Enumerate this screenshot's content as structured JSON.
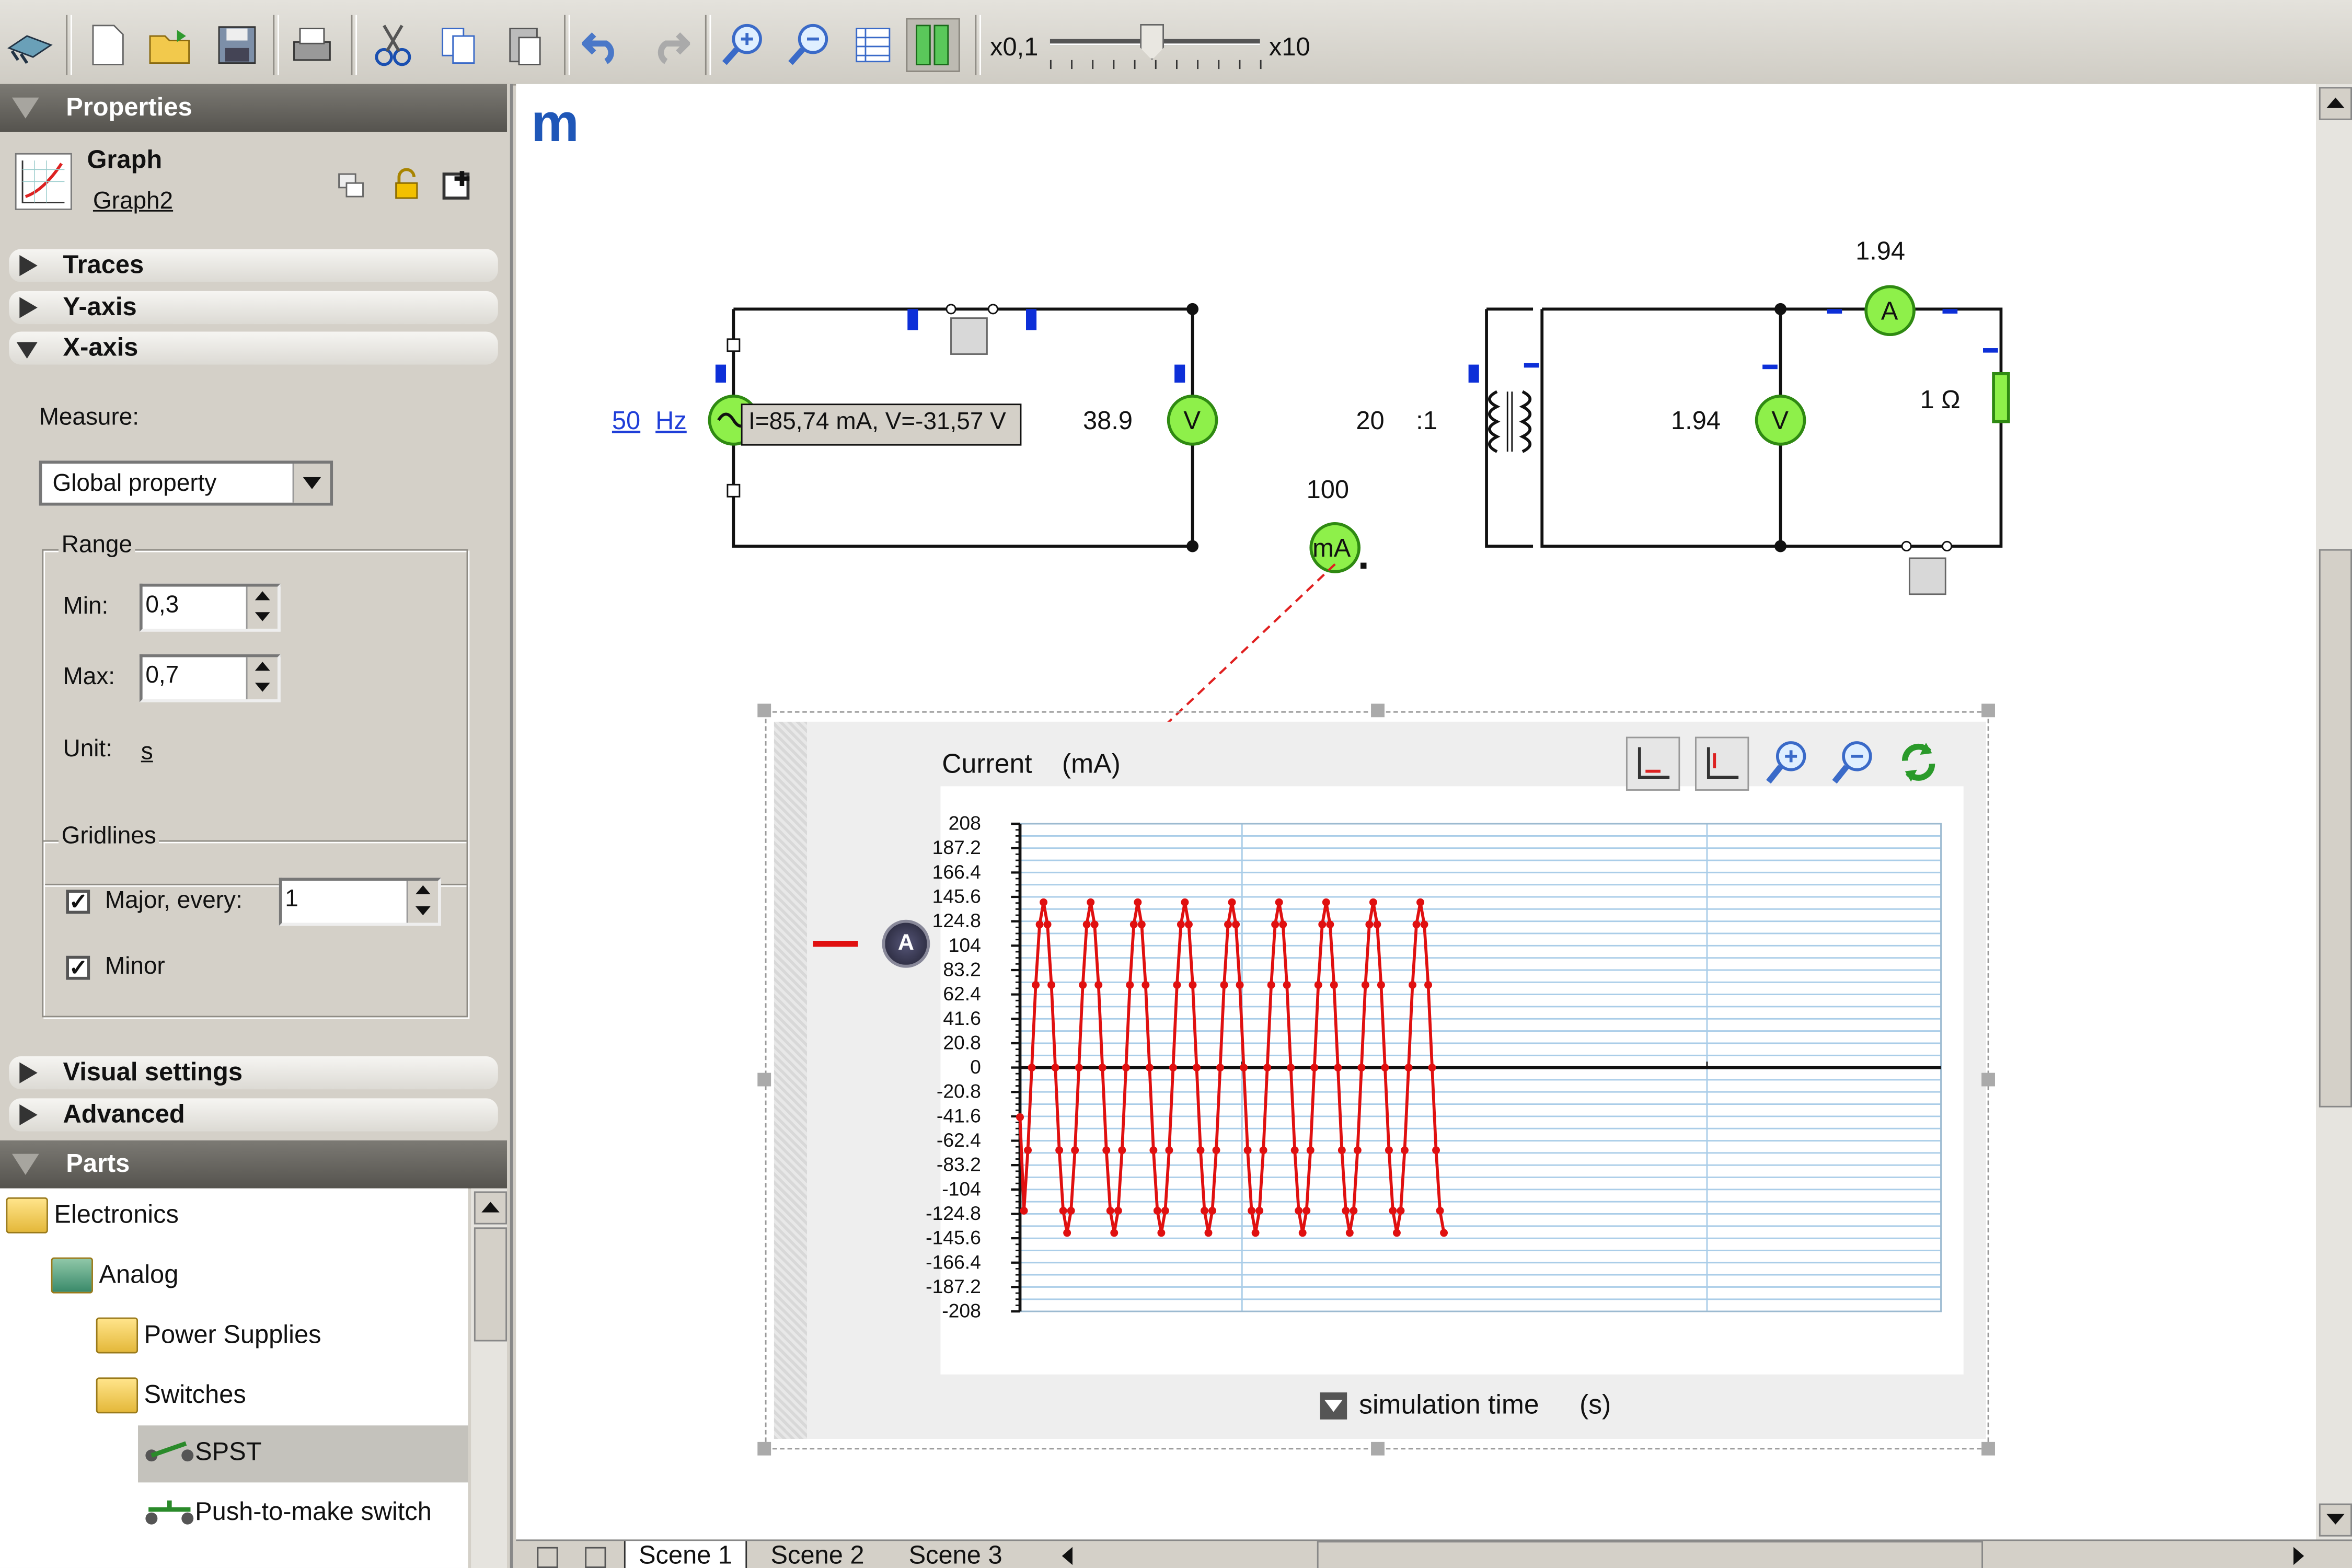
{
  "toolbar": {
    "icons": [
      "app-icon",
      "new-icon",
      "open-icon",
      "save-icon",
      "print-icon",
      "cut-icon",
      "copy-icon",
      "paste-icon",
      "undo-icon",
      "redo-icon",
      "zoom-in-icon",
      "zoom-out-icon",
      "grid-icon",
      "split-view-icon"
    ],
    "zoom_min_label": "x0,1",
    "zoom_max_label": "x10"
  },
  "properties": {
    "header": "Properties",
    "object_type": "Graph",
    "object_name": "Graph2",
    "sections": {
      "traces": "Traces",
      "yaxis": "Y-axis",
      "xaxis": "X-axis",
      "visual": "Visual settings",
      "advanced": "Advanced"
    },
    "measure_label": "Measure:",
    "measure_value": "Global property",
    "range_title": "Range",
    "min_label": "Min:",
    "min_value": "0,3",
    "max_label": "Max:",
    "max_value": "0,7",
    "unit_label": "Unit:",
    "unit_value": "s",
    "gridlines_title": "Gridlines",
    "major_label": "Major, every:",
    "major_value": "1",
    "major_checked": true,
    "minor_label": "Minor",
    "minor_checked": true
  },
  "parts": {
    "header": "Parts",
    "items": [
      "Electronics",
      "Analog",
      "Power Supplies",
      "Switches",
      "SPST",
      "Push-to-make switch"
    ]
  },
  "circuit": {
    "logo": "m",
    "source_freq": "50",
    "source_unit": "Hz",
    "tooltip": "I=85,74 mA, V=-31,57 V",
    "voltmeter1_value": "38.9",
    "voltmeter_symbol": "V",
    "ratio_left": "20",
    "ratio_right": ":1",
    "ammeter1_value": "100",
    "ammeter1_symbol": "mA",
    "ammeter2_value": "1.94",
    "ammeter2_symbol": "A",
    "voltmeter2_value": "1.94",
    "resistor_label": "1 Ω"
  },
  "graph": {
    "ylabel": "Current",
    "yunit": "(mA)",
    "xlabel": "simulation time",
    "xunit": "(s)",
    "trace_marker": "A",
    "tool_icons": [
      "fit-y-icon",
      "fit-x-icon",
      "graph-zoom-in-icon",
      "graph-zoom-out-icon",
      "refresh-icon"
    ]
  },
  "chart_data": {
    "type": "line",
    "ylim": [
      -208,
      208
    ],
    "yticks": [
      "208",
      "187.2",
      "166.4",
      "145.6",
      "124.8",
      "104",
      "83.2",
      "62.4",
      "41.6",
      "20.8",
      "0",
      "-20.8",
      "-41.6",
      "-62.4",
      "-83.2",
      "-104",
      "-124.8",
      "-145.6",
      "-166.4",
      "-187.2",
      "-208"
    ],
    "series": [
      {
        "values_amplitude": 141,
        "cycles": 9,
        "color": "#e01010"
      }
    ],
    "grid": true
  },
  "tabs": [
    "Scene 1",
    "Scene 2",
    "Scene 3"
  ],
  "colors": {
    "accent": "#0d2fd8",
    "trace": "#e01010",
    "meter": "#8ef04a",
    "grid": "#aacde8"
  }
}
